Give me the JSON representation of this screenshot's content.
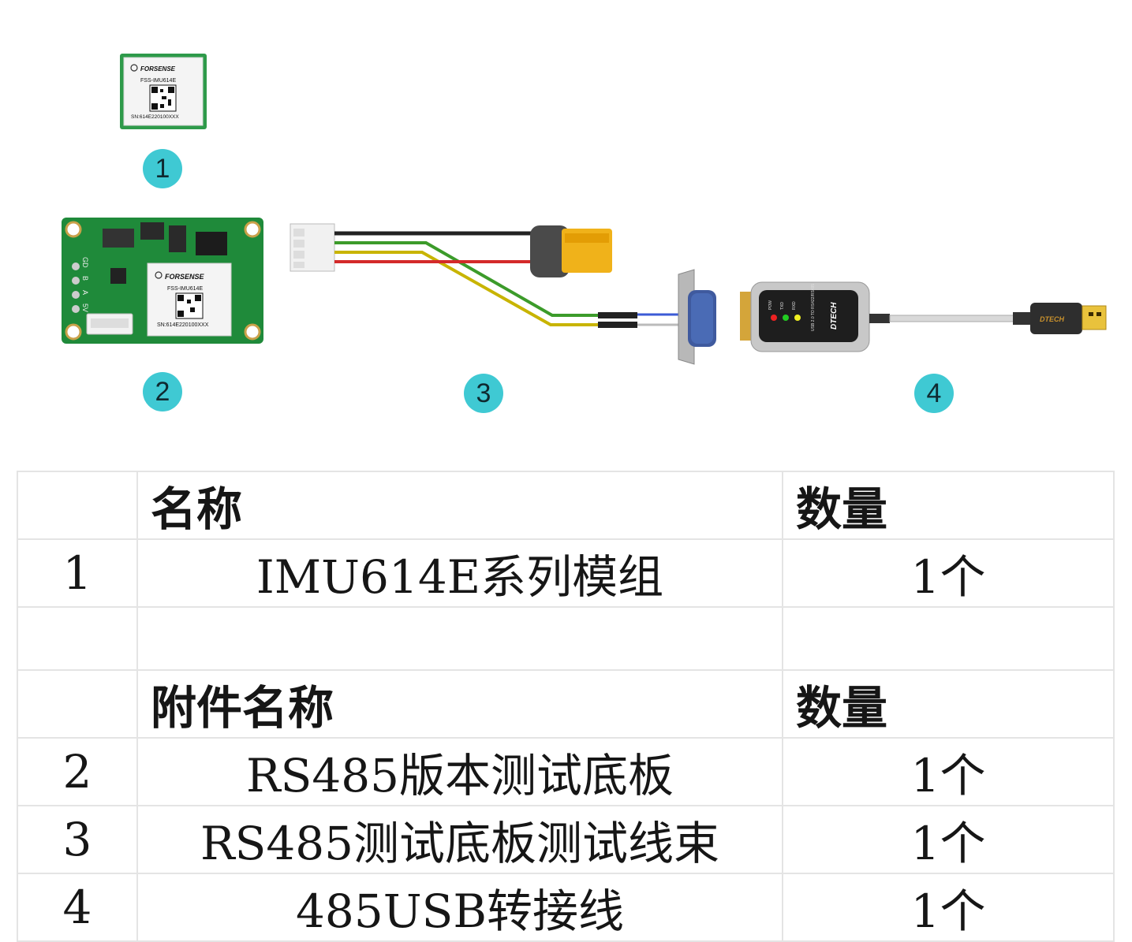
{
  "callouts": [
    "1",
    "2",
    "3",
    "4"
  ],
  "module_label": {
    "brand": "FORSENSE",
    "model": "FSS-IMU614E",
    "serial": "SN:614E220100XXX"
  },
  "board_pins": [
    "GD",
    "B",
    "A",
    "5V"
  ],
  "adapter_label": {
    "brand": "DTECH",
    "led_labels": [
      "POW",
      "TXD",
      "RXD"
    ],
    "text": "USB 2.0 TO RS422/RS485"
  },
  "table": {
    "main_header": {
      "name": "名称",
      "qty": "数量"
    },
    "main_rows": [
      {
        "no": "1",
        "name": "IMU614E系列模组",
        "qty": "1个"
      }
    ],
    "accessory_header": {
      "name": "附件名称",
      "qty": "数量"
    },
    "accessory_rows": [
      {
        "no": "2",
        "name": "RS485版本测试底板",
        "qty": "1个"
      },
      {
        "no": "3",
        "name": "RS485测试底板测试线束",
        "qty": "1个"
      },
      {
        "no": "4",
        "name": "485USB转接线",
        "qty": "1个"
      }
    ]
  },
  "colors": {
    "badge": "#3fc9d3",
    "pcb_green": "#1f8a3a",
    "module_green": "#2e9a4a",
    "wire_black": "#222222",
    "wire_green": "#3c9b2a",
    "wire_yellow": "#c8b400",
    "wire_red": "#d42a2a",
    "connector_yellow": "#f0b21a"
  }
}
